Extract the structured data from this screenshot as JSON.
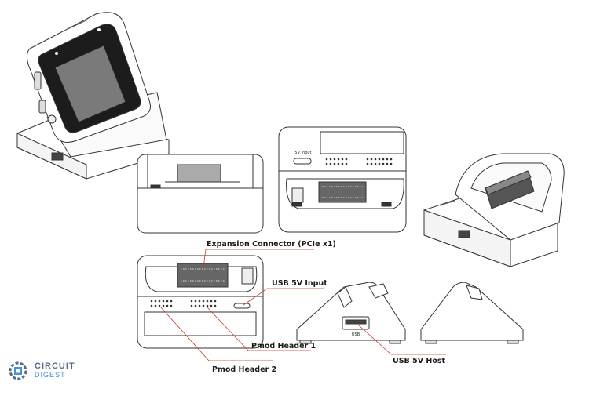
{
  "callouts": {
    "expansion_connector": "Expansion Connector (PCIe x1)",
    "usb_5v_input": "USB 5V Input",
    "pmod_header_1": "Pmod Header 1",
    "pmod_header_2": "Pmod Header 2",
    "usb_5v_host": "USB 5V Host"
  },
  "device_markings": {
    "input_port": "5V Input",
    "usb_port": "USB"
  },
  "logo": {
    "line1": "CIRCUIT",
    "line2": "DIGEST",
    "icon": "gear-chip-icon"
  },
  "colors": {
    "line": "#333333",
    "screen": "#7a7a7a",
    "leader": "#c0392b",
    "brand_dark": "#5a6a86",
    "brand_light": "#4a90d9"
  }
}
